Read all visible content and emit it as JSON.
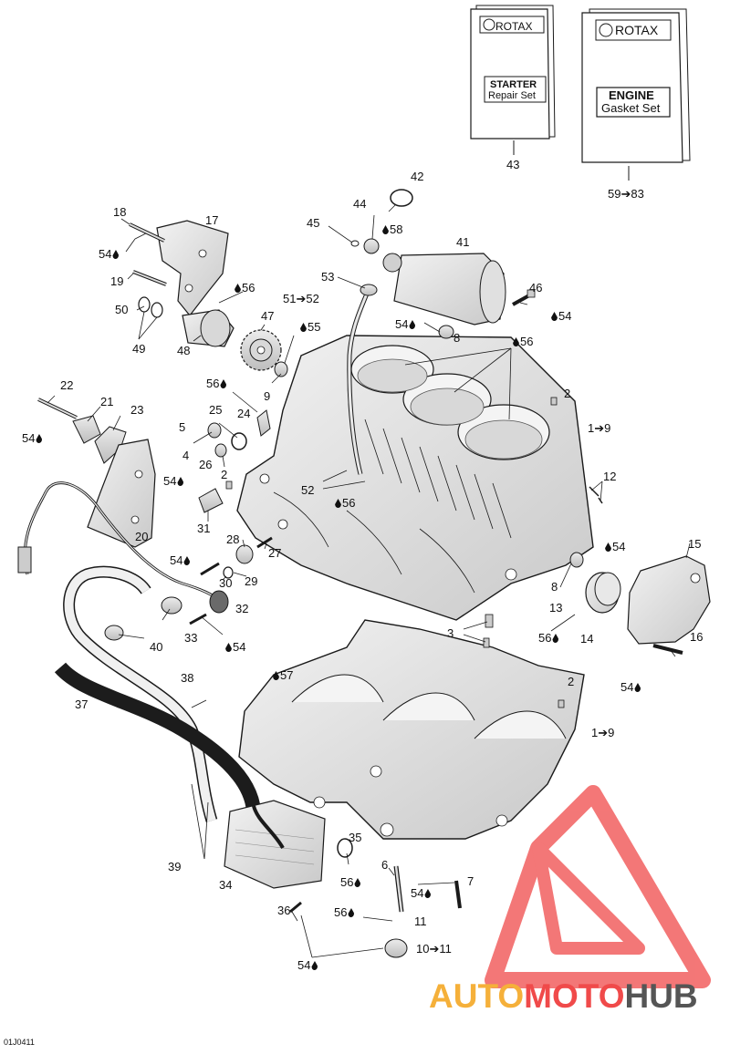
{
  "booklets": {
    "starter": {
      "brand": "ROTAX",
      "title": "STARTER",
      "subtitle": "Repair Set",
      "ref": "43"
    },
    "engine": {
      "brand": "ROTAX",
      "title": "ENGINE",
      "subtitle": "Gasket Set",
      "ref": "59➔83"
    }
  },
  "callouts": [
    {
      "id": "c18",
      "text": "18"
    },
    {
      "id": "c17",
      "text": "17"
    },
    {
      "id": "c54a",
      "text": "54",
      "drop": "after"
    },
    {
      "id": "c19",
      "text": "19"
    },
    {
      "id": "c56a",
      "text": "56",
      "drop": "before"
    },
    {
      "id": "c50",
      "text": "50"
    },
    {
      "id": "c47",
      "text": "47"
    },
    {
      "id": "c49",
      "text": "49"
    },
    {
      "id": "c48",
      "text": "48"
    },
    {
      "id": "c44",
      "text": "44"
    },
    {
      "id": "c42",
      "text": "42"
    },
    {
      "id": "c45",
      "text": "45"
    },
    {
      "id": "c58",
      "text": "58",
      "drop": "before"
    },
    {
      "id": "c41",
      "text": "41"
    },
    {
      "id": "c53",
      "text": "53"
    },
    {
      "id": "c5152",
      "text": "51➔52"
    },
    {
      "id": "c46",
      "text": "46"
    },
    {
      "id": "c54b",
      "text": "54",
      "drop": "before"
    },
    {
      "id": "c55",
      "text": "55",
      "drop": "before"
    },
    {
      "id": "c54c",
      "text": "54",
      "drop": "after"
    },
    {
      "id": "c8a",
      "text": "8"
    },
    {
      "id": "c56b",
      "text": "56",
      "drop": "before"
    },
    {
      "id": "c9",
      "text": "9"
    },
    {
      "id": "c56c",
      "text": "56",
      "drop": "after"
    },
    {
      "id": "c2a",
      "text": "2"
    },
    {
      "id": "c22",
      "text": "22"
    },
    {
      "id": "c21",
      "text": "21"
    },
    {
      "id": "c23",
      "text": "23"
    },
    {
      "id": "c25",
      "text": "25"
    },
    {
      "id": "c24",
      "text": "24"
    },
    {
      "id": "c5",
      "text": "5"
    },
    {
      "id": "c19to9a",
      "text": "1➔9"
    },
    {
      "id": "c54d",
      "text": "54",
      "drop": "after"
    },
    {
      "id": "c4",
      "text": "4"
    },
    {
      "id": "c26",
      "text": "26"
    },
    {
      "id": "c2b",
      "text": "2"
    },
    {
      "id": "c12",
      "text": "12"
    },
    {
      "id": "c54e",
      "text": "54",
      "drop": "after"
    },
    {
      "id": "c52",
      "text": "52"
    },
    {
      "id": "c56d",
      "text": "56",
      "drop": "before"
    },
    {
      "id": "c31",
      "text": "31"
    },
    {
      "id": "c20",
      "text": "20"
    },
    {
      "id": "c28",
      "text": "28"
    },
    {
      "id": "c54f",
      "text": "54",
      "drop": "after"
    },
    {
      "id": "c27",
      "text": "27"
    },
    {
      "id": "c54g",
      "text": "54",
      "drop": "before"
    },
    {
      "id": "c15",
      "text": "15"
    },
    {
      "id": "c30",
      "text": "30"
    },
    {
      "id": "c29",
      "text": "29"
    },
    {
      "id": "c8b",
      "text": "8"
    },
    {
      "id": "c32",
      "text": "32"
    },
    {
      "id": "c13",
      "text": "13"
    },
    {
      "id": "c3",
      "text": "3"
    },
    {
      "id": "c33",
      "text": "33"
    },
    {
      "id": "c40",
      "text": "40"
    },
    {
      "id": "c54h",
      "text": "54",
      "drop": "before"
    },
    {
      "id": "c56e",
      "text": "56",
      "drop": "after"
    },
    {
      "id": "c14",
      "text": "14"
    },
    {
      "id": "c16",
      "text": "16"
    },
    {
      "id": "c57",
      "text": "57",
      "drop": "before"
    },
    {
      "id": "c38",
      "text": "38"
    },
    {
      "id": "c2c",
      "text": "2"
    },
    {
      "id": "c37",
      "text": "37"
    },
    {
      "id": "c54i",
      "text": "54",
      "drop": "after"
    },
    {
      "id": "c19to9b",
      "text": "1➔9"
    },
    {
      "id": "c35",
      "text": "35"
    },
    {
      "id": "c39",
      "text": "39"
    },
    {
      "id": "c6",
      "text": "6"
    },
    {
      "id": "c34",
      "text": "34"
    },
    {
      "id": "c56f",
      "text": "56",
      "drop": "after"
    },
    {
      "id": "c54j",
      "text": "54",
      "drop": "after"
    },
    {
      "id": "c7",
      "text": "7"
    },
    {
      "id": "c36",
      "text": "36"
    },
    {
      "id": "c56g",
      "text": "56",
      "drop": "after"
    },
    {
      "id": "c11",
      "text": "11"
    },
    {
      "id": "c10to11",
      "text": "10➔11"
    },
    {
      "id": "c54k",
      "text": "54",
      "drop": "after"
    }
  ],
  "diagram_code": "01J0411",
  "watermark": {
    "part1": "AUTO",
    "part2": "MOTO",
    "part3": "HUB"
  },
  "colors": {
    "line": "#1a1a1a",
    "part_fill": "#e6e6e6",
    "part_shade": "#b8b8b8",
    "hose_dark": "#1c1c1c",
    "watermark_red": "#f04a4a",
    "watermark_orange": "#f5b03a",
    "watermark_gray": "#555555"
  }
}
